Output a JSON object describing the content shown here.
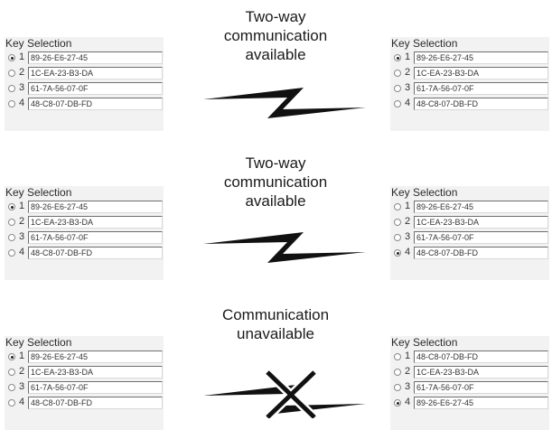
{
  "scenarios": [
    {
      "status": [
        "Two-way",
        "communication",
        "available"
      ],
      "left_panel": {
        "title": "Key Selection",
        "selected": 1,
        "keys": [
          {
            "num": "1",
            "value": "89-26-E6-27-45"
          },
          {
            "num": "2",
            "value": "1C-EA-23-B3-DA"
          },
          {
            "num": "3",
            "value": "61-7A-56-07-0F"
          },
          {
            "num": "4",
            "value": "48-C8-07-DB-FD"
          }
        ]
      },
      "right_panel": {
        "title": "Key Selection",
        "selected": 1,
        "keys": [
          {
            "num": "1",
            "value": "89-26-E6-27-45"
          },
          {
            "num": "2",
            "value": "1C-EA-23-B3-DA"
          },
          {
            "num": "3",
            "value": "61-7A-56-07-0F"
          },
          {
            "num": "4",
            "value": "48-C8-07-DB-FD"
          }
        ]
      }
    },
    {
      "status": [
        "Two-way",
        "communication",
        "available"
      ],
      "left_panel": {
        "title": "Key Selection",
        "selected": 1,
        "keys": [
          {
            "num": "1",
            "value": "89-26-E6-27-45"
          },
          {
            "num": "2",
            "value": "1C-EA-23-B3-DA"
          },
          {
            "num": "3",
            "value": "61-7A-56-07-0F"
          },
          {
            "num": "4",
            "value": "48-C8-07-DB-FD"
          }
        ]
      },
      "right_panel": {
        "title": "Key Selection",
        "selected": 4,
        "keys": [
          {
            "num": "1",
            "value": "89-26-E6-27-45"
          },
          {
            "num": "2",
            "value": "1C-EA-23-B3-DA"
          },
          {
            "num": "3",
            "value": "61-7A-56-07-0F"
          },
          {
            "num": "4",
            "value": "48-C8-07-DB-FD"
          }
        ]
      }
    },
    {
      "status": [
        "Communication",
        "unavailable"
      ],
      "left_panel": {
        "title": "Key Selection",
        "selected": 1,
        "keys": [
          {
            "num": "1",
            "value": "89-26-E6-27-45"
          },
          {
            "num": "2",
            "value": "1C-EA-23-B3-DA"
          },
          {
            "num": "3",
            "value": "61-7A-56-07-0F"
          },
          {
            "num": "4",
            "value": "48-C8-07-DB-FD"
          }
        ]
      },
      "right_panel": {
        "title": "Key Selection",
        "selected": 4,
        "keys": [
          {
            "num": "1",
            "value": "48-C8-07-DB-FD"
          },
          {
            "num": "2",
            "value": "1C-EA-23-B3-DA"
          },
          {
            "num": "3",
            "value": "61-7A-56-07-0F"
          },
          {
            "num": "4",
            "value": "89-26-E6-27-45"
          }
        ]
      }
    }
  ],
  "icons": {
    "link": "lightning-bolt-icon",
    "blocked": "x-mark-icon"
  }
}
